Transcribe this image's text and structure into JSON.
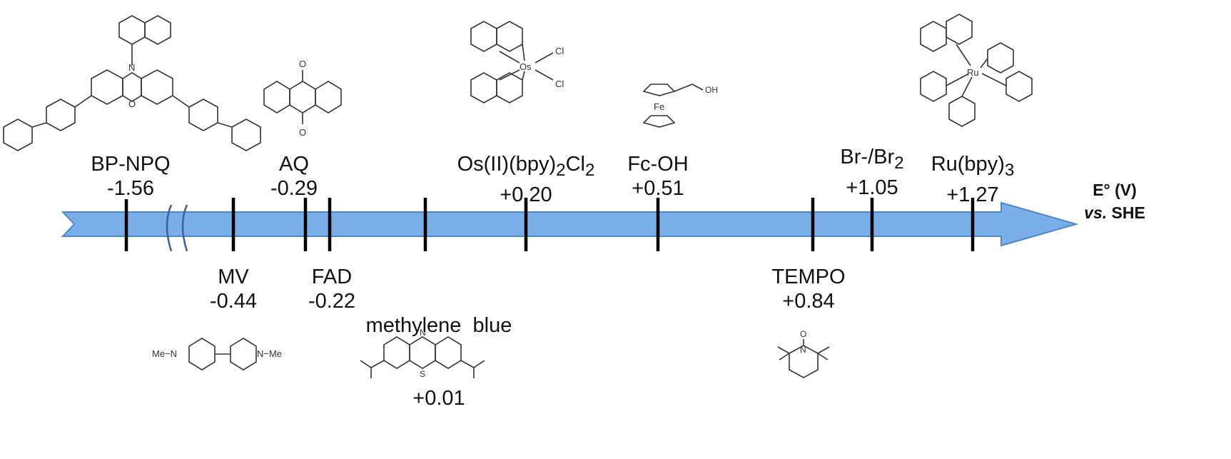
{
  "axis": {
    "label_line1": "E° (V)",
    "label_line2_italic": "vs.",
    "label_line2_rest": " SHE",
    "arrow_fill": "#7aaee8",
    "arrow_stroke": "#4f86c6",
    "tick_color": "#000000",
    "break_color": "#3e5f9a"
  },
  "couples": [
    {
      "id": "bp-npq",
      "name": "BP-NPQ",
      "value": "-1.56",
      "side": "top"
    },
    {
      "id": "mv",
      "name": "MV",
      "value": "-0.44",
      "side": "bottom"
    },
    {
      "id": "aq",
      "name": "AQ",
      "value": "-0.29",
      "side": "top"
    },
    {
      "id": "fad",
      "name": "FAD",
      "value": "-0.22",
      "side": "bottom"
    },
    {
      "id": "methylene-blue",
      "name": "methylene  blue",
      "value": "+0.01",
      "side": "bottom"
    },
    {
      "id": "os-bpy",
      "name_html": "Os(II)(bpy)<sub>2</sub>Cl<sub>2</sub>",
      "value": "+0.20",
      "side": "top"
    },
    {
      "id": "fc-oh",
      "name": "Fc-OH",
      "value": "+0.51",
      "side": "top"
    },
    {
      "id": "tempo",
      "name": "TEMPO",
      "value": "+0.84",
      "side": "bottom"
    },
    {
      "id": "br",
      "name_html": "Br-/Br<sub>2</sub>",
      "value": "+1.05",
      "side": "top"
    },
    {
      "id": "ru-bpy",
      "name_html": "Ru(bpy)<sub>3</sub>",
      "value": "+1.27",
      "side": "top"
    }
  ],
  "structure_labels": {
    "os_metal": "Os",
    "os_cl1": "Cl",
    "os_cl2": "Cl",
    "fe": "Fe",
    "oh": "OH",
    "ru_metal": "Ru",
    "mv_left": "Me−N",
    "mv_right": "N−Me",
    "tempo_o": "O",
    "tempo_n": "N",
    "mb_s": "S",
    "mb_n": "N",
    "phen_o": "O",
    "phen_n": "N",
    "aq_o_top": "O",
    "aq_o_bot": "O"
  }
}
